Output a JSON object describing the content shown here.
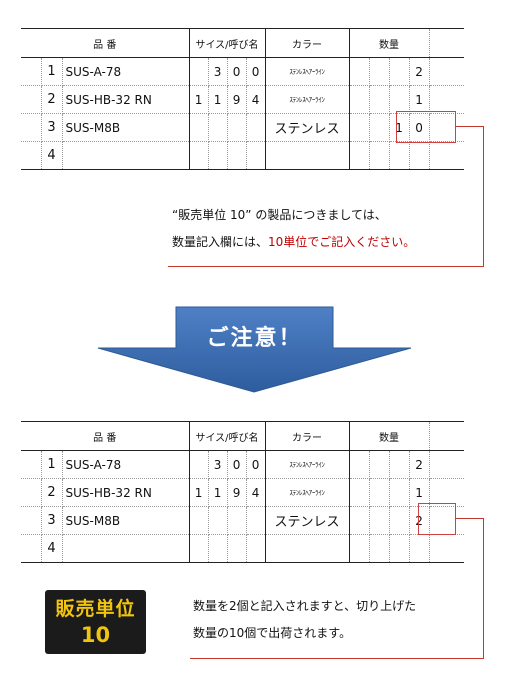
{
  "headers": {
    "product": "品 番",
    "size": "サイス/呼び名",
    "color": "カラー",
    "qty": "数量"
  },
  "form_top": {
    "rows": [
      {
        "no": "1",
        "product": "SUS-A-78",
        "digits": [
          "",
          "3",
          "0",
          "0"
        ],
        "color": "ｽﾃﾝﾚｽﾍｱｰﾗｲﾝ",
        "qty": [
          "",
          "",
          "",
          "2"
        ]
      },
      {
        "no": "2",
        "product": "SUS-HB-32 RN",
        "digits": [
          "1",
          "1",
          "9",
          "4"
        ],
        "color": "ｽﾃﾝﾚｽﾍｱｰﾗｲﾝ",
        "qty": [
          "",
          "",
          "",
          "1"
        ]
      },
      {
        "no": "3",
        "product": "SUS-M8B",
        "digits": [
          "",
          "",
          "",
          ""
        ],
        "color": "ステンレス",
        "qty": [
          "",
          "",
          "1",
          "0"
        ]
      },
      {
        "no": "4",
        "product": "",
        "digits": [
          "",
          "",
          "",
          ""
        ],
        "color": "",
        "qty": [
          "",
          "",
          "",
          ""
        ]
      }
    ]
  },
  "form_bottom": {
    "rows": [
      {
        "no": "1",
        "product": "SUS-A-78",
        "digits": [
          "",
          "3",
          "0",
          "0"
        ],
        "color": "ｽﾃﾝﾚｽﾍｱｰﾗｲﾝ",
        "qty": [
          "",
          "",
          "",
          "2"
        ]
      },
      {
        "no": "2",
        "product": "SUS-HB-32 RN",
        "digits": [
          "1",
          "1",
          "9",
          "4"
        ],
        "color": "ｽﾃﾝﾚｽﾍｱｰﾗｲﾝ",
        "qty": [
          "",
          "",
          "",
          "1"
        ]
      },
      {
        "no": "3",
        "product": "SUS-M8B",
        "digits": [
          "",
          "",
          "",
          ""
        ],
        "color": "ステンレス",
        "qty": [
          "",
          "",
          "",
          "2"
        ]
      },
      {
        "no": "4",
        "product": "",
        "digits": [
          "",
          "",
          "",
          ""
        ],
        "color": "",
        "qty": [
          "",
          "",
          "",
          ""
        ]
      }
    ]
  },
  "note_top": {
    "line1": "“販売単位 10” の製品につきましては、",
    "line2_black": "数量記入欄には、",
    "line2_red": "10単位でご記入ください。"
  },
  "banner": {
    "text": "ご注意！"
  },
  "badge": {
    "line1": "販売単位",
    "line2": "10"
  },
  "note_bottom": {
    "line1": "数量を2個と記入されますと、切り上げた",
    "line2": "数量の10個で出荷されます。"
  },
  "colors": {
    "accent_red": "#c00000",
    "arrow_blue": "#3e6fb5",
    "badge_text": "#f1c40f"
  }
}
